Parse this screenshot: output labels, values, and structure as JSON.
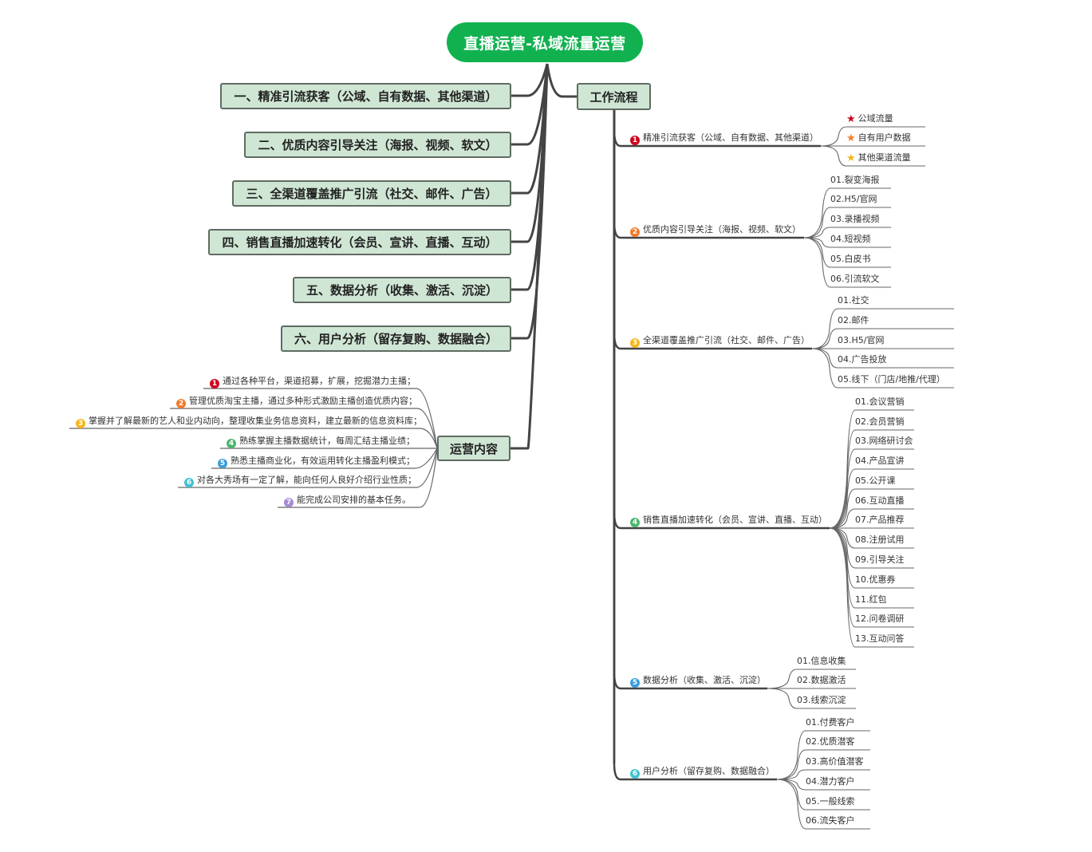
{
  "root": {
    "title": "直播运营-私域流量运营"
  },
  "colors": {
    "n1": "#d0021b",
    "n2": "#f5792a",
    "n3": "#f5b51b",
    "n4": "#4cb56e",
    "n5": "#3b9bd9",
    "n6": "#3ec1d3",
    "n7": "#a78bd6"
  },
  "left_topics": [
    "一、精准引流获客（公域、自有数据、其他渠道）",
    "二、优质内容引导关注（海报、视频、软文）",
    "三、全渠道覆盖推广引流（社交、邮件、广告）",
    "四、销售直播加速转化（会员、宣讲、直播、互动）",
    "五、数据分析（收集、激活、沉淀）",
    "六、用户分析（留存复购、数据融合）"
  ],
  "operations": {
    "title": "运营内容",
    "items": [
      "通过各种平台，渠道招募，扩展，挖掘潜力主播；",
      "管理优质淘宝主播，通过多种形式激励主播创造优质内容；",
      "掌握并了解最新的艺人和业内动向，整理收集业务信息资料，建立最新的信息资料库；",
      "熟练掌握主播数据统计，每周汇结主播业绩；",
      "熟悉主播商业化，有效运用转化主播盈利模式；",
      "对各大秀场有一定了解，能向任何人良好介绍行业性质；",
      "能完成公司安排的基本任务。"
    ]
  },
  "workflow": {
    "title": "工作流程",
    "steps": [
      {
        "label": "精准引流获客（公域、自有数据、其他渠道）",
        "children": [
          "公域流量",
          "自有用户数据",
          "其他渠道流量"
        ]
      },
      {
        "label": "优质内容引导关注（海报、视频、软文）",
        "children": [
          "01.裂变海报",
          "02.H5/官网",
          "03.录播视频",
          "04.短视频",
          "05.白皮书",
          "06.引流软文"
        ]
      },
      {
        "label": "全渠道覆盖推广引流（社交、邮件、广告）",
        "children": [
          "01.社交",
          "02.邮件",
          "03.H5/官网",
          "04.广告投放",
          "05.线下（门店/地推/代理）"
        ]
      },
      {
        "label": "销售直播加速转化（会员、宣讲、直播、互动）",
        "children": [
          "01.会议营销",
          "02.会员营销",
          "03.网络研讨会",
          "04.产品宣讲",
          "05.公开课",
          "06.互动直播",
          "07.产品推荐",
          "08.注册试用",
          "09.引导关注",
          "10.优惠券",
          "11.红包",
          "12.问卷调研",
          "13.互动问答"
        ]
      },
      {
        "label": "数据分析（收集、激活、沉淀）",
        "children": [
          "01.信息收集",
          "02.数据激活",
          "03.线索沉淀"
        ]
      },
      {
        "label": "用户分析（留存复购、数据融合）",
        "children": [
          "01.付费客户",
          "02.优质潜客",
          "03.高价值潜客",
          "04.潜力客户",
          "05.一般线索",
          "06.流失客户"
        ]
      }
    ]
  }
}
